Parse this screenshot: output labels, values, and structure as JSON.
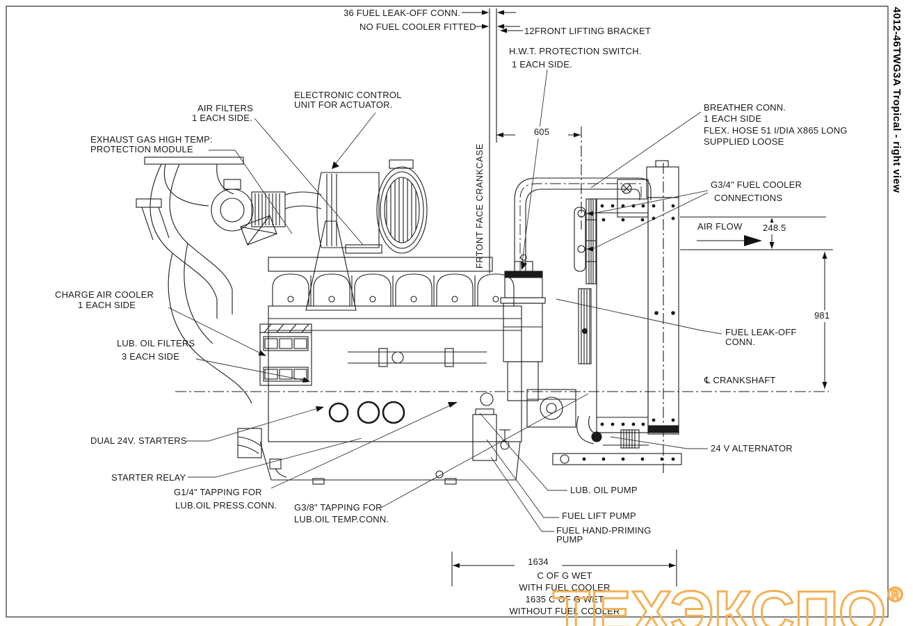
{
  "title_block": {
    "vertical_title": "4012-46TWG3A Tropical - right view"
  },
  "callouts": {
    "fuel_leak_off_36": "36 FUEL LEAK-OFF CONN.",
    "no_fuel_cooler": "NO FUEL COOLER FITTED",
    "front_lifting_bracket": "12FRONT LIFTING BRACKET",
    "hwt_line1": "H.W.T. PROTECTION SWITCH.",
    "hwt_line2": "1 EACH SIDE.",
    "ecu_line1": "ELECTRONIC CONTROL",
    "ecu_line2": "UNIT FOR ACTUATOR.",
    "air_filters_line1": "AIR FILTERS",
    "air_filters_line2": "1 EACH SIDE.",
    "exhaust_line1": "EXHAUST GAS HIGH TEMP:",
    "exhaust_line2": "PROTECTION MODULE",
    "breather_line1": "BREATHER CONN.",
    "breather_line2": "1 EACH SIDE",
    "breather_line3": "FLEX. HOSE 51 I/DIA X865 LONG",
    "breather_line4": "SUPPLIED LOOSE",
    "fuel_cooler_conn_line1": "G3/4\" FUEL COOLER",
    "fuel_cooler_conn_line2": "CONNECTIONS",
    "charge_air_line1": "CHARGE AIR COOLER",
    "charge_air_line2": "1 EACH SIDE",
    "lub_filters_line1": "LUB. OIL FILTERS",
    "lub_filters_line2": "3 EACH SIDE",
    "fuel_leak_off_line1": "FUEL LEAK-OFF",
    "fuel_leak_off_line2": "CONN.",
    "dual_starters": "DUAL 24V. STARTERS",
    "alternator": "24 V ALTERNATOR",
    "starter_relay": "STARTER RELAY",
    "g14_line1": "G1/4\" TAPPING FOR",
    "g14_line2": "LUB.OIL PRESS.CONN.",
    "g38_line1": "G3/8\" TAPPING FOR",
    "g38_line2": "LUB.OIL TEMP.CONN.",
    "lub_oil_pump": "LUB. OIL PUMP",
    "fuel_lift_pump": "FUEL LIFT PUMP",
    "fuel_hand_priming_line1": "FUEL HAND-PRIMING",
    "fuel_hand_priming_line2": "PUMP"
  },
  "axis_labels": {
    "front_face": "FRTONT FACE CRANKCASE",
    "air_flow": "AIR FLOW",
    "crankshaft_symbol": "℄",
    "crankshaft": "CRANKSHAFT"
  },
  "dimensions": {
    "front_face_to_fan": "605",
    "core_offset": "248.5",
    "crankshaft_height": "981",
    "overall_length": "1634"
  },
  "cog_note": {
    "line1": "C OF G WET",
    "line2": "WITH FUEL COOLER",
    "line3": "1635 C OF G WET",
    "line4": "WITHOUT FUEL COOLER"
  },
  "watermark": {
    "text": "ТЕХЭКСПО",
    "registered": "®",
    "color": "#F3B155"
  },
  "colors": {
    "line": "#1a1a1a",
    "leader": "#333333",
    "watermark": "#F3B155"
  }
}
